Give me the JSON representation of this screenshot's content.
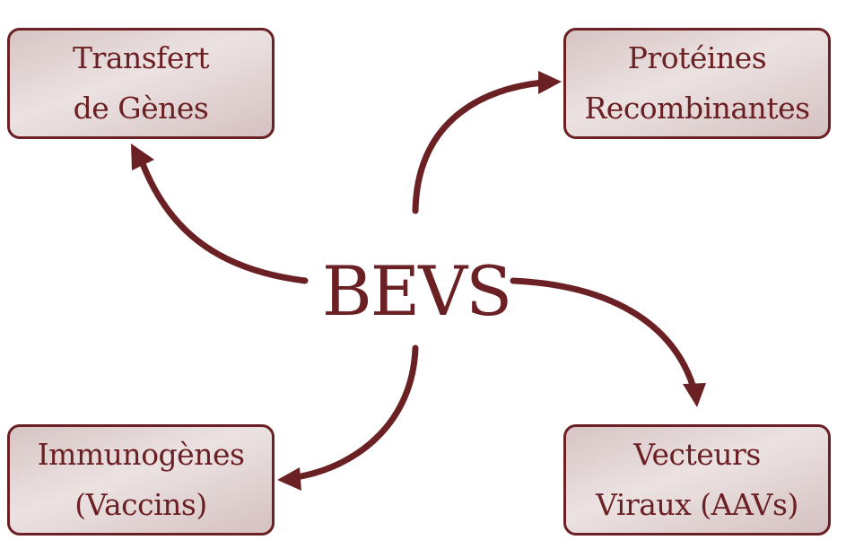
{
  "center": {
    "label": "BEVS"
  },
  "nodes": {
    "top_left": {
      "line1": "Transfert",
      "line2": "de Gènes"
    },
    "top_right": {
      "line1": "Protéines",
      "line2": "Recombinantes"
    },
    "bottom_left": {
      "line1": "Immunogènes",
      "line2": "(Vaccins)"
    },
    "bottom_right": {
      "line1": "Vecteurs",
      "line2": "Viraux (AAVs)"
    }
  },
  "colors": {
    "accent": "#6b2024",
    "box_fill_dark": "#d7c4c4",
    "box_fill_light": "#ece2e2",
    "background": "#ffffff"
  }
}
